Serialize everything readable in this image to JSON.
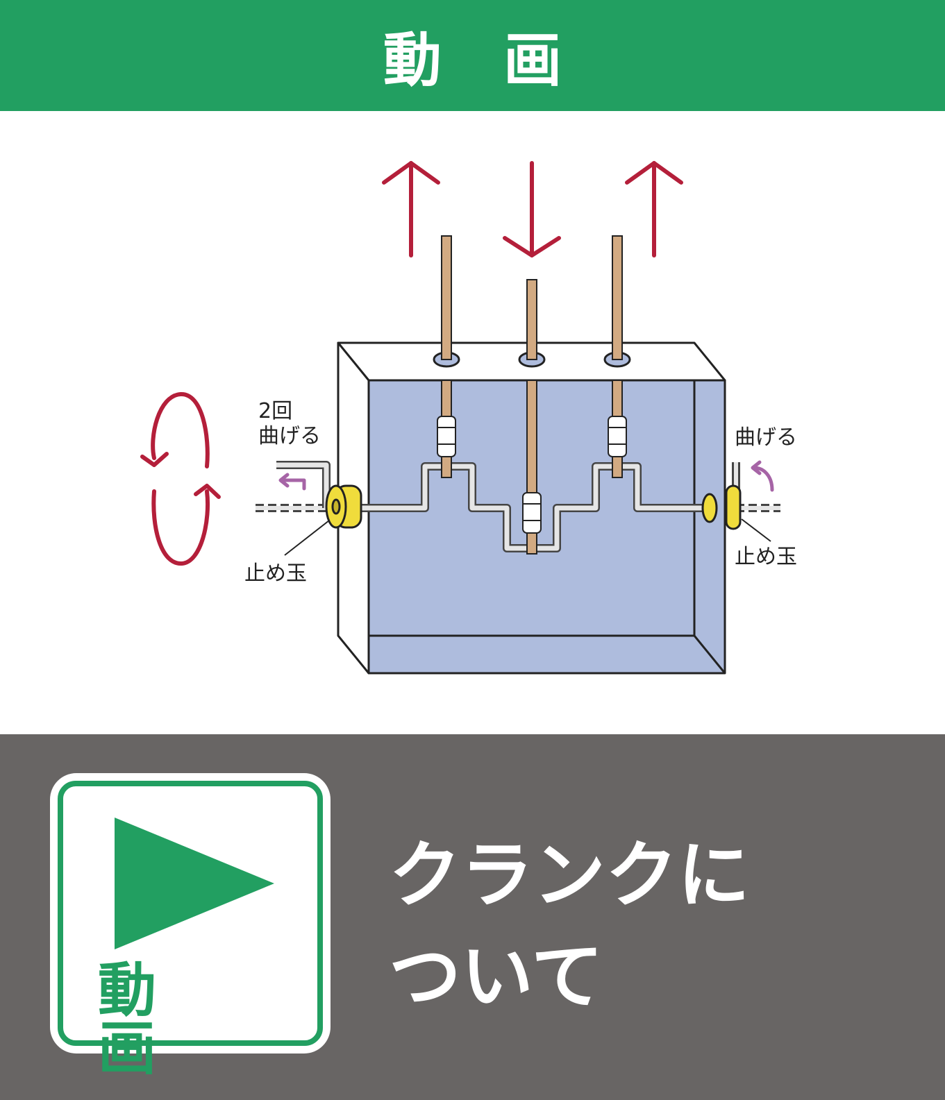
{
  "header": {
    "title": "動 画"
  },
  "diagram": {
    "label_bend_twice_line1": "2回",
    "label_bend_twice_line2": "曲げる",
    "label_bend": "曲げる",
    "label_stopper_left": "止め玉",
    "label_stopper_right": "止め玉",
    "colors": {
      "motion_arrow": "#b41f3a",
      "rod": "#d2aa82",
      "box_fill": "#aebcdd",
      "stopper": "#f0dc3c",
      "bend_arrow": "#a664a6"
    }
  },
  "footer": {
    "play_button_label": "動 画",
    "caption_line1": "クランクに",
    "caption_line2": "ついて",
    "colors": {
      "accent": "#229f61",
      "background": "#686564"
    }
  }
}
